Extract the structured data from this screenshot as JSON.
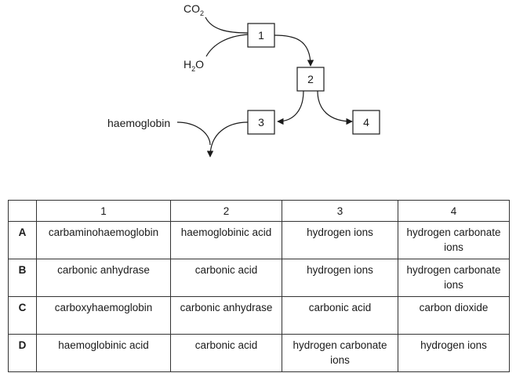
{
  "diagram": {
    "inputs": {
      "co2": {
        "main": "CO",
        "sub": "2"
      },
      "h2o": {
        "main": "H",
        "sub": "2",
        "tail": "O"
      },
      "haemoglobin": "haemoglobin"
    },
    "boxes": [
      "1",
      "2",
      "3",
      "4"
    ]
  },
  "table": {
    "headers": [
      "",
      "1",
      "2",
      "3",
      "4"
    ],
    "rows": [
      {
        "letter": "A",
        "cells": [
          "carbaminohaemoglobin",
          "haemoglobinic acid",
          "hydrogen ions",
          "hydrogen carbonate ions"
        ]
      },
      {
        "letter": "B",
        "cells": [
          "carbonic anhydrase",
          "carbonic acid",
          "hydrogen ions",
          "hydrogen carbonate ions"
        ]
      },
      {
        "letter": "C",
        "cells": [
          "carboxyhaemoglobin",
          "carbonic anhydrase",
          "carbonic acid",
          "carbon dioxide"
        ]
      },
      {
        "letter": "D",
        "cells": [
          "haemoglobinic acid",
          "carbonic acid",
          "hydrogen carbonate ions",
          "hydrogen ions"
        ]
      }
    ]
  }
}
